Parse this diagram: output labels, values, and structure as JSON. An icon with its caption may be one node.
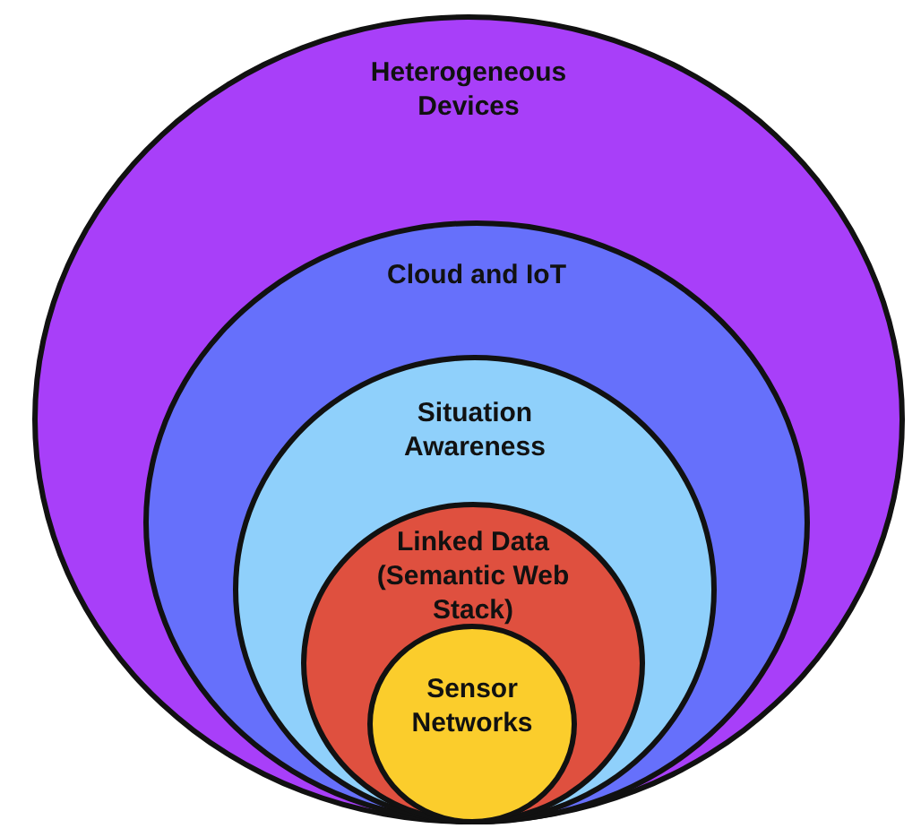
{
  "diagram": {
    "nodes": [
      {
        "text": [
          "Heterogeneous Devices"
        ]
      },
      {
        "text": [
          "Cloud and IoT"
        ],
        "in": 0
      },
      {
        "text": [
          "Situation Awareness"
        ],
        "in": 1
      },
      {
        "text": [
          "Linked Data (Semantic Web Stack)"
        ],
        "in": 2
      },
      {
        "text": [
          "Sensor Networks"
        ],
        "in": 3
      }
    ]
  }
}
